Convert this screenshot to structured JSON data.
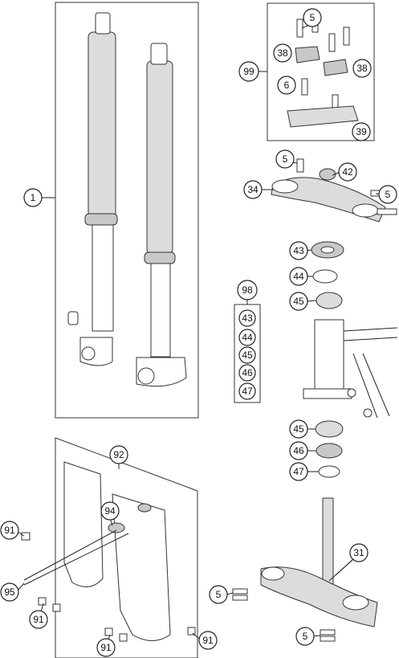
{
  "callouts": {
    "c1": "1",
    "c99": "99",
    "c5a": "5",
    "c38a": "38",
    "c38b": "38",
    "c6": "6",
    "c39": "39",
    "c5b": "5",
    "c42": "42",
    "c34": "34",
    "c5c": "5",
    "c43": "43",
    "c44": "44",
    "c45": "45",
    "c98": "98",
    "g43": "43",
    "g44": "44",
    "g45": "45",
    "g46": "46",
    "g47": "47",
    "c45b": "45",
    "c46b": "46",
    "c47b": "47",
    "c92": "92",
    "c94": "94",
    "c91a": "91",
    "c95": "95",
    "c91b": "91",
    "c91c": "91",
    "c91d": "91",
    "c31": "31",
    "c5d": "5",
    "c5e": "5"
  }
}
